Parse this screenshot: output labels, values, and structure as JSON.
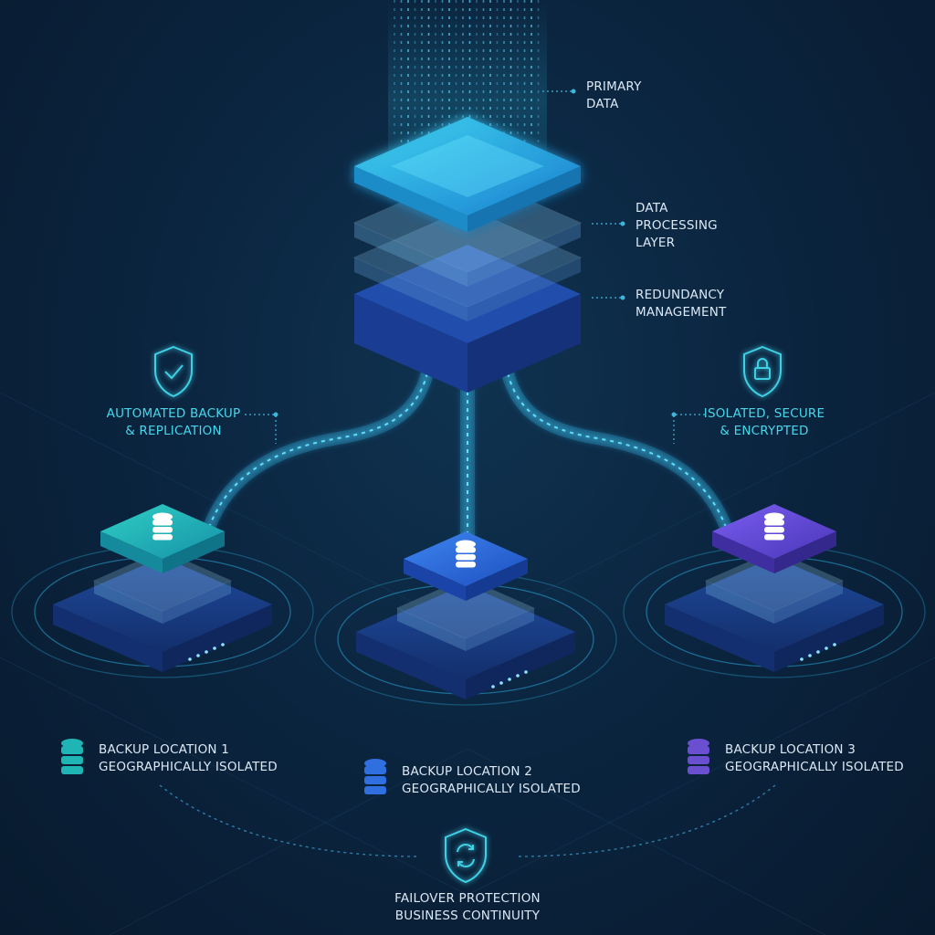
{
  "layers": {
    "primary": [
      "PRIMARY",
      "DATA"
    ],
    "processing": [
      "DATA",
      "PROCESSING",
      "LAYER"
    ],
    "redundancy": [
      "REDUNDANCY",
      "MANAGEMENT"
    ]
  },
  "features": {
    "left": [
      "AUTOMATED BACKUP",
      "& REPLICATION"
    ],
    "right": [
      "ISOLATED, SECURE",
      "& ENCRYPTED"
    ]
  },
  "locations": [
    {
      "title": "BACKUP LOCATION 1",
      "subtitle": "GEOGRAPHICALLY ISOLATED",
      "color": "#1fb5b4"
    },
    {
      "title": "BACKUP LOCATION 2",
      "subtitle": "GEOGRAPHICALLY ISOLATED",
      "color": "#2f6fe0"
    },
    {
      "title": "BACKUP LOCATION 3",
      "subtitle": "GEOGRAPHICALLY ISOLATED",
      "color": "#6a4fd0"
    }
  ],
  "footer": [
    "FAILOVER PROTECTION",
    "BUSINESS CONTINUITY"
  ],
  "colors": {
    "accent": "#2fc6e6",
    "teal": "#1fb5b4",
    "blue": "#2f6fe0",
    "purple": "#6a4fd0"
  },
  "icons": {
    "left_feature": "shield-check-icon",
    "right_feature": "shield-lock-icon",
    "footer": "shield-refresh-icon",
    "server": "database-icon"
  }
}
